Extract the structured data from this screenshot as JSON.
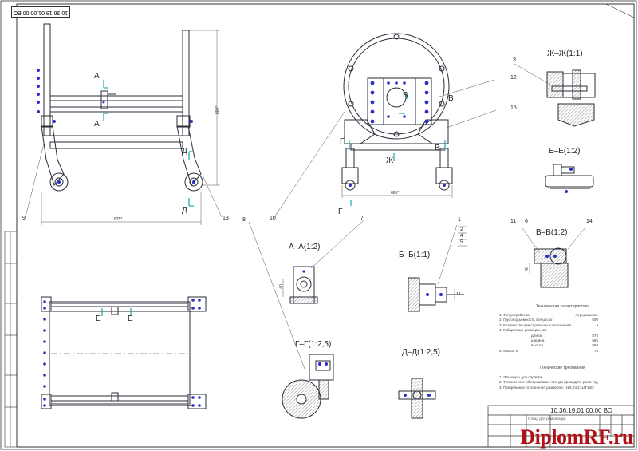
{
  "drawing": {
    "code_top": "10.36.19.01.00.00 ВО",
    "code_title": "10.36.19.01.00.00 ВО",
    "title_sub": "Стенд для ремонта дв.",
    "watermark": "DiplomRF.ru"
  },
  "sections": {
    "zh": "Ж–Ж(1:1)",
    "e": "Е–Е(1:2)",
    "aa": "А–А(1:2)",
    "bb": "Б–Б(1:1)",
    "vv": "В–В(1:2)",
    "gg": "Г–Г(1:2,5)",
    "dd": "Д–Д(1:2,5)"
  },
  "cuts": {
    "a1": "А",
    "a2": "А",
    "d1": "Д",
    "d2": "Д",
    "b": "Б",
    "v1": "В",
    "v2": "В",
    "g1": "Г",
    "g2": "Г",
    "zh": "Ж",
    "e1": "Е",
    "e2": "Е"
  },
  "callouts": {
    "n1": "1",
    "n2": "2",
    "n3": "3",
    "n4": "4",
    "n5": "5",
    "n6": "6",
    "n7": "7",
    "n8": "8",
    "n9": "9",
    "n10": "10",
    "n11": "11",
    "n12": "12",
    "n13": "13",
    "n14": "14",
    "n15": "15"
  },
  "dims": {
    "h_left": "860*",
    "w_left": "825*",
    "w_front": "685*",
    "aa_dim": "40",
    "bb_dim": "13",
    "vv_dim": "40"
  },
  "tech": {
    "heading": "Техническая характеристика",
    "rows": [
      {
        "label": "1. Тип устройства",
        "value": "передвижное"
      },
      {
        "label": "2. Грузоподъемность стенда, кг",
        "value": "500"
      },
      {
        "label": "3. Количество фиксированных положений",
        "value": "4"
      },
      {
        "label": "4. Габаритные размеры, мм",
        "value": ""
      },
      {
        "label": "длина",
        "value": "875"
      },
      {
        "label": "ширина",
        "value": "685"
      },
      {
        "label": "высота",
        "value": "860"
      },
      {
        "label": "5. Масса, кг",
        "value": "78"
      }
    ],
    "req_heading": "Технические требования",
    "req": [
      "1. *Размеры для справки",
      "2. Техническое обслуживание стенда проводить раз в год",
      "3. Предельные отклонения размеров: H14; h14; ±IT14/2"
    ]
  },
  "colors": {
    "line": "#2b2b3a",
    "blue": "#2a2fc8",
    "cyan": "#19a7a7",
    "hatch": "#444444",
    "watermark": "#b01016"
  }
}
